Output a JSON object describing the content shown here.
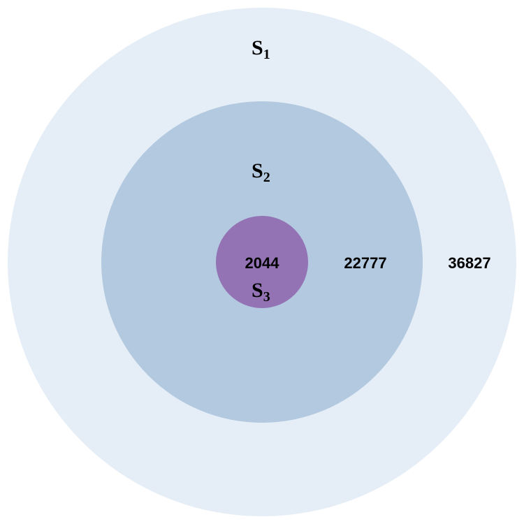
{
  "sets": [
    {
      "id": "S1",
      "letter": "S",
      "subscript": "1",
      "count": "36827",
      "color": "#e5eef7"
    },
    {
      "id": "S2",
      "letter": "S",
      "subscript": "2",
      "count": "22777",
      "color": "#b2c9e0"
    },
    {
      "id": "S3",
      "letter": "S",
      "subscript": "3",
      "count": "2044",
      "color": "#9473b5"
    }
  ]
}
